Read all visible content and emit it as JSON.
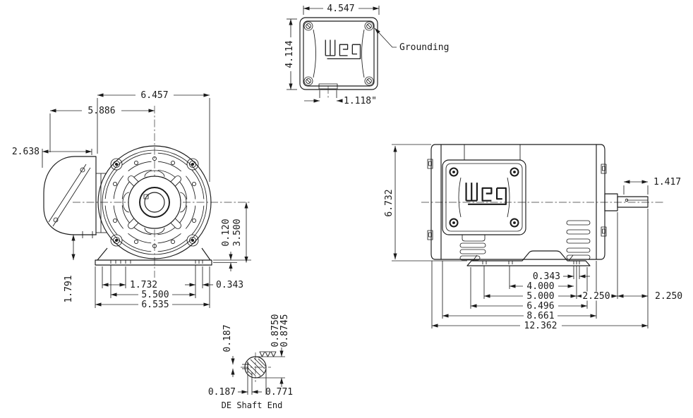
{
  "labels": {
    "grounding": "Grounding",
    "shaft_detail_caption": "DE  Shaft  End",
    "logo_text": "weg"
  },
  "top_view": {
    "box_width": "4.547",
    "box_height": "4.114",
    "conduit_spacing": "1.118\""
  },
  "front_view": {
    "overall_width": "6.457",
    "box_to_centerline": "5.886",
    "box_depth": "2.638",
    "pad_thickness": "0.120",
    "shaft_center_height": "3.500",
    "box_bottom_to_base": "1.791",
    "edge_to_slot": "1.732",
    "slot_span": "5.500",
    "base_width": "6.535",
    "slot_width": "0.343"
  },
  "side_view": {
    "overall_height": "6.732",
    "shaft_extension": "1.417",
    "slot_width": "0.343",
    "slot_to_slot": "4.000",
    "foot_span": "5.000",
    "slot_to_shoulder": "2.250",
    "shoulder_to_shaft_end": "2.250",
    "base_length": "6.496",
    "frame_length": "8.661",
    "overall_length": "12.362"
  },
  "shaft_detail": {
    "key_width": "0.187",
    "shaft_dia_max": "0.8750",
    "shaft_dia_min": "0.8745",
    "key_depth": "0.187",
    "flat_to_end": "0.771"
  },
  "colors": {
    "ink": "#1a1a1a",
    "dim_lines": "#222222",
    "background": "#ffffff"
  }
}
